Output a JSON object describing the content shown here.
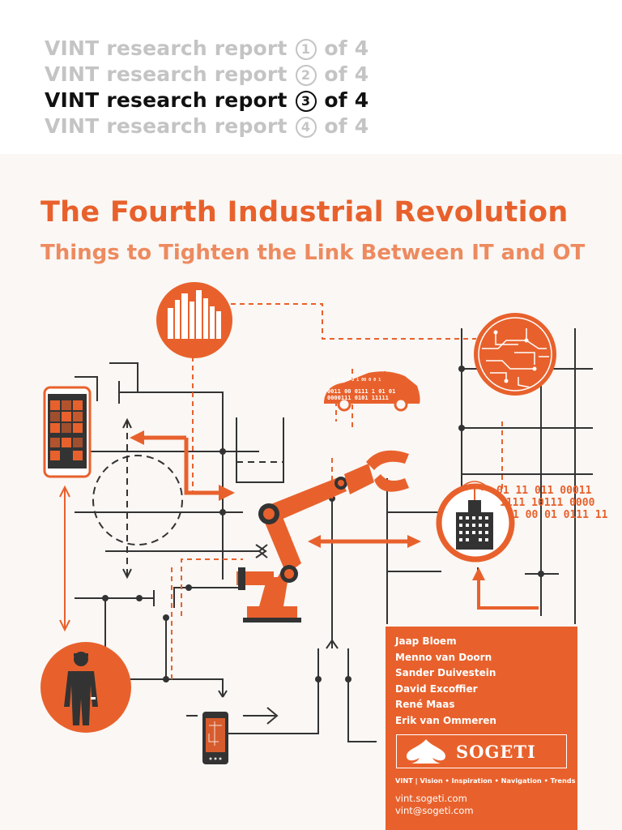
{
  "series": {
    "lines": [
      {
        "prefix": "VINT research report",
        "number": "1",
        "suffix": "of 4"
      },
      {
        "prefix": "VINT research report",
        "number": "2",
        "suffix": "of 4"
      },
      {
        "prefix": "VINT research report",
        "number": "3",
        "suffix": "of 4"
      },
      {
        "prefix": "VINT research report",
        "number": "4",
        "suffix": "of 4"
      }
    ],
    "active_index": 3
  },
  "cover": {
    "title": "The Fourth Industrial Revolution",
    "subtitle": "Things to Tighten the Link Between IT and OT"
  },
  "illustration": {
    "car_binary": [
      "0011 00 0111 1 01 01",
      "0000111 0101 11111",
      "1 1 1 1 0 1 00 0 0 1"
    ],
    "binary_stream": [
      "01 11 011 00011",
      "1111 10111 0000",
      "1 00 01 0111 11"
    ]
  },
  "authors": [
    "Jaap Bloem",
    "Menno van Doorn",
    "Sander Duivestein",
    "David Excoffier",
    "René Maas",
    "Erik van Ommeren"
  ],
  "brand": {
    "logo_text": "SOGETI",
    "tagline": "VINT | Vision • Inspiration • Navigation • Trends",
    "website": "vint.sogeti.com",
    "email": "vint@sogeti.com"
  },
  "colors": {
    "accent": "#e8612c",
    "light_accent": "#ed8a5f",
    "ink": "#333333",
    "inactive_text": "#c4c4c4"
  }
}
